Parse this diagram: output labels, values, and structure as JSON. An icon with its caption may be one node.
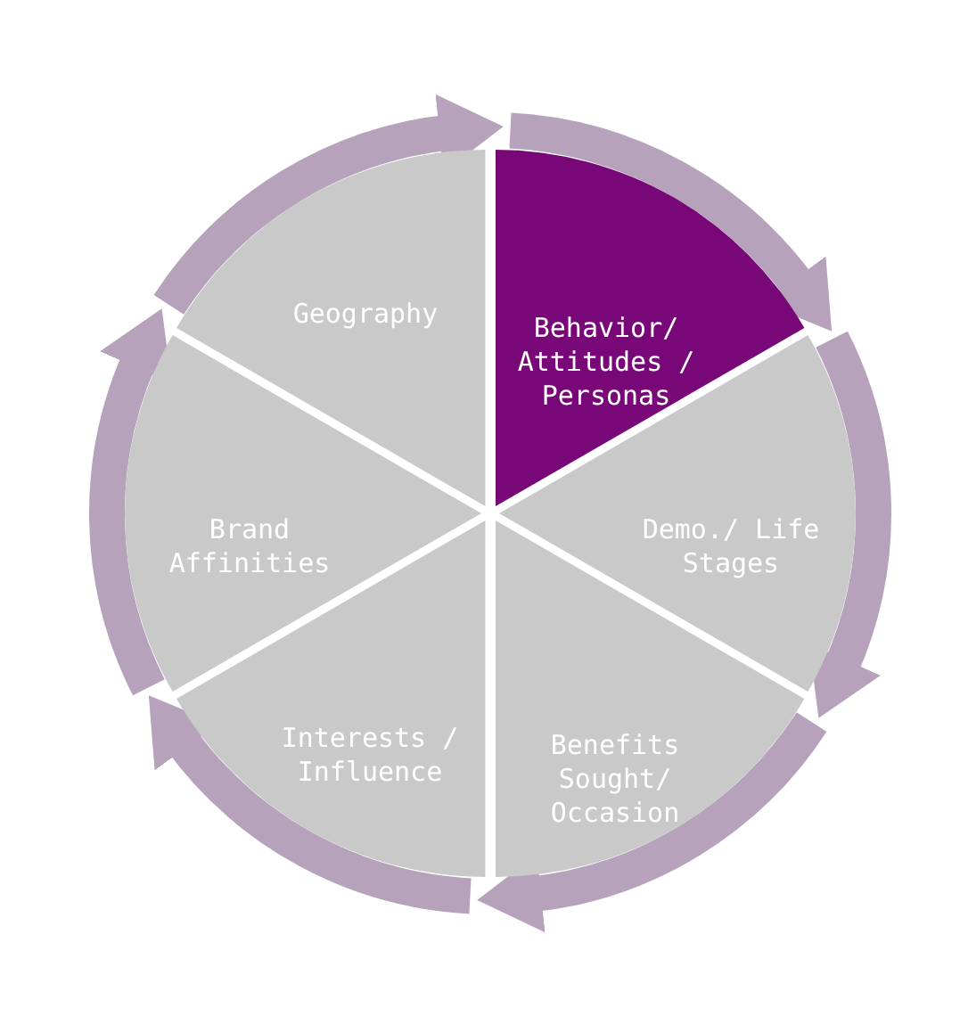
{
  "diagram": {
    "nodes": [
      {
        "text": [
          "Geography"
        ]
      },
      {
        "text": [
          "Behavior/ Attitudes / Personas"
        ]
      },
      {
        "text": [
          "Demo./ Life Stages"
        ]
      },
      {
        "text": [
          "Benefits Sought/ Occasion"
        ]
      },
      {
        "text": [
          "Interests / Influence"
        ]
      },
      {
        "text": [
          "Brand Affinities"
        ]
      }
    ],
    "edges": [
      {
        "from": 0,
        "to": 1,
        "arrow": "to"
      },
      {
        "from": 1,
        "to": 2,
        "arrow": "to"
      },
      {
        "from": 2,
        "to": 3,
        "arrow": "to"
      },
      {
        "from": 3,
        "to": 4,
        "arrow": "to"
      },
      {
        "from": 4,
        "to": 5,
        "arrow": "to"
      },
      {
        "from": 5,
        "to": 0,
        "arrow": "to"
      }
    ]
  }
}
